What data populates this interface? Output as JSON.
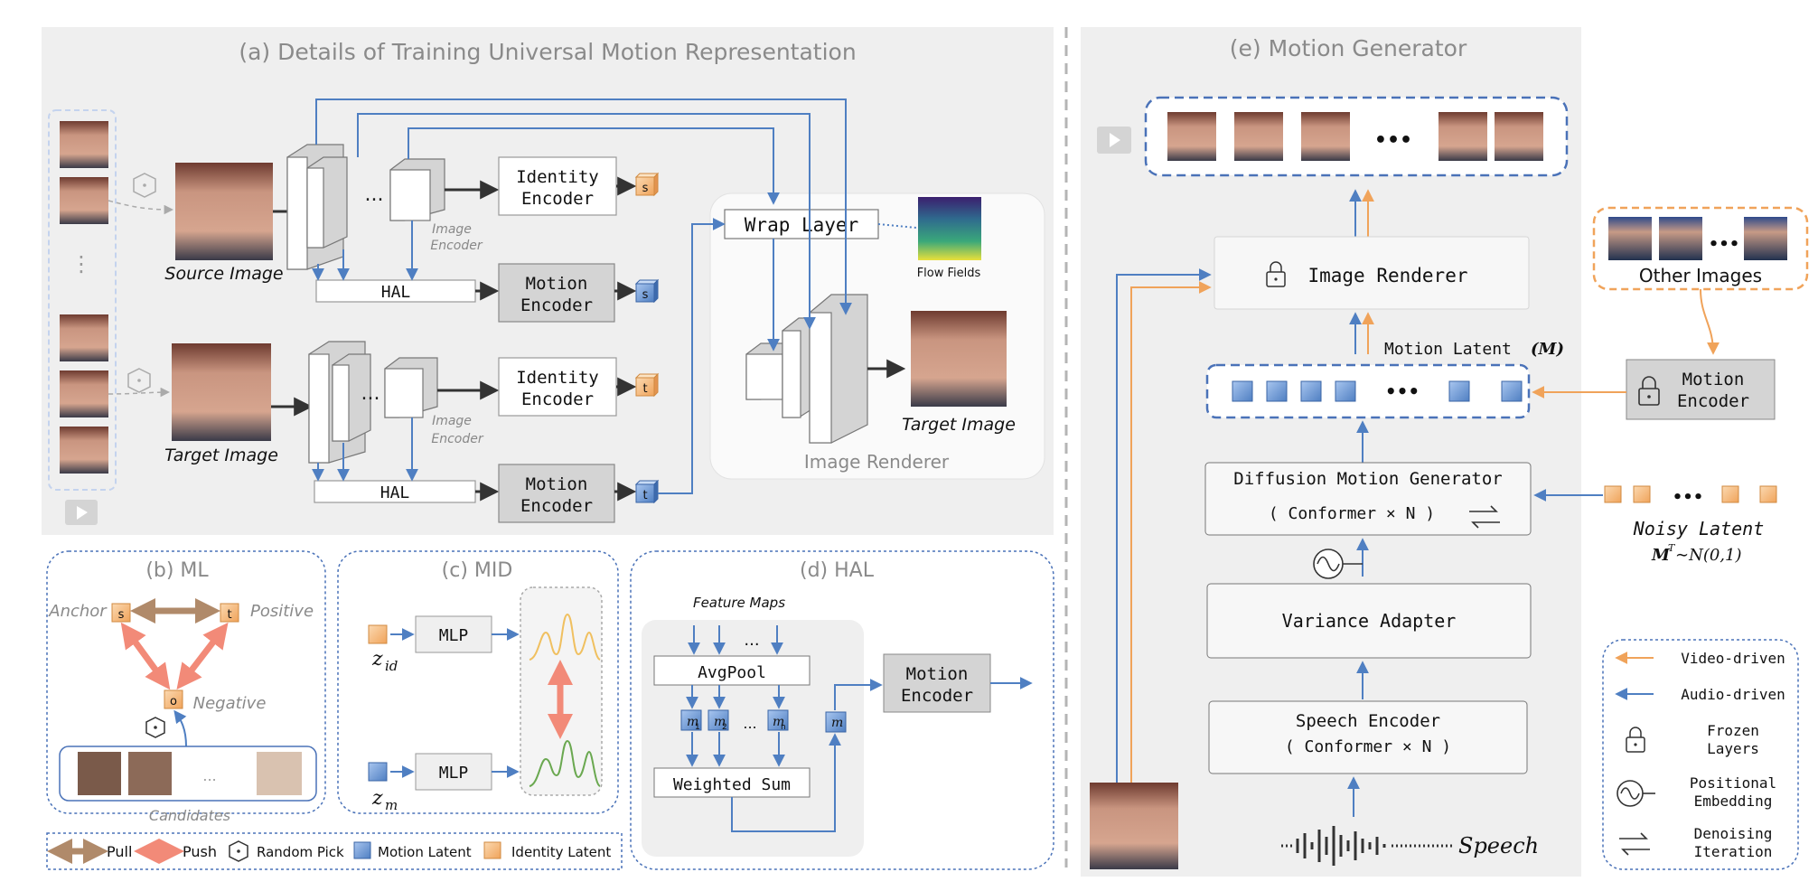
{
  "panel_a": {
    "title": "(a) Details of Training Universal Motion Representation",
    "source_label": "Source Image",
    "target_label": "Target Image",
    "identity_encoder": "Identity Encoder",
    "identity_encoder_l1": "Identity",
    "identity_encoder_l2": "Encoder",
    "motion_encoder_l1": "Motion",
    "motion_encoder_l2": "Encoder",
    "image_encoder_l1": "Image",
    "image_encoder_l2": "Encoder",
    "hal": "HAL",
    "dots": "...",
    "latent_s": "s",
    "latent_t": "t",
    "wrap_layer": "Wrap Layer",
    "flow_fields": "Flow Fields",
    "renderer_target": "Target Image",
    "image_renderer": "Image Renderer",
    "vdots": "⋮"
  },
  "panel_b": {
    "title": "(b) ML",
    "anchor": "Anchor",
    "positive": "Positive",
    "negative": "Negative",
    "s": "s",
    "t": "t",
    "o": "o",
    "candidates": "Candidates",
    "ellipsis": "..."
  },
  "panel_c": {
    "title": "(c) MID",
    "mlp": "MLP",
    "z_id": "z",
    "z_id_sub": "id",
    "z_m": "z",
    "z_m_sub": "m"
  },
  "panel_d": {
    "title": "(d) HAL",
    "feature_maps": "Feature Maps",
    "avgpool": "AvgPool",
    "weighted_sum": "Weighted Sum",
    "motion_encoder_l1": "Motion",
    "motion_encoder_l2": "Encoder",
    "m1": "m",
    "m1_sub": "1",
    "m2": "m",
    "m2_sub": "2",
    "mn": "m",
    "mn_sub": "n",
    "m": "m",
    "dots": "..."
  },
  "legend_bottom": {
    "pull": "Pull",
    "push": "Push",
    "random_pick": "Random Pick",
    "motion_latent": "Motion Latent",
    "identity_latent": "Identity Latent"
  },
  "panel_e": {
    "title": "(e) Motion Generator",
    "image_renderer": "Image Renderer",
    "motion_latent": "Motion Latent",
    "motion_latent_sym": "(M)",
    "diffusion_title": "Diffusion Motion Generator",
    "conformer": "( Conformer × N )",
    "variance_adapter": "Variance Adapter",
    "speech_encoder": "Speech Encoder",
    "speech": "Speech",
    "noisy_latent": "Noisy Latent",
    "noisy_formula": "M",
    "noisy_sup": "T",
    "noisy_dist": "∼N(0,1)",
    "other_images": "Other Images",
    "motion_encoder_l1": "Motion",
    "motion_encoder_l2": "Encoder",
    "dots": "•••"
  },
  "legend_e": {
    "video_driven": "Video-driven",
    "audio_driven": "Audio-driven",
    "frozen_l1": "Frozen",
    "frozen_l2": "Layers",
    "pos_l1": "Positional",
    "pos_l2": "Embedding",
    "den_l1": "Denoising",
    "den_l2": "Iteration"
  },
  "colors": {
    "blue": "#4f7fc2",
    "orange": "#f0a35a",
    "brown": "#b08a6a",
    "salmon": "#f28a78",
    "panel_bg": "#efefef",
    "dashed_blue": "#4a72b8"
  }
}
